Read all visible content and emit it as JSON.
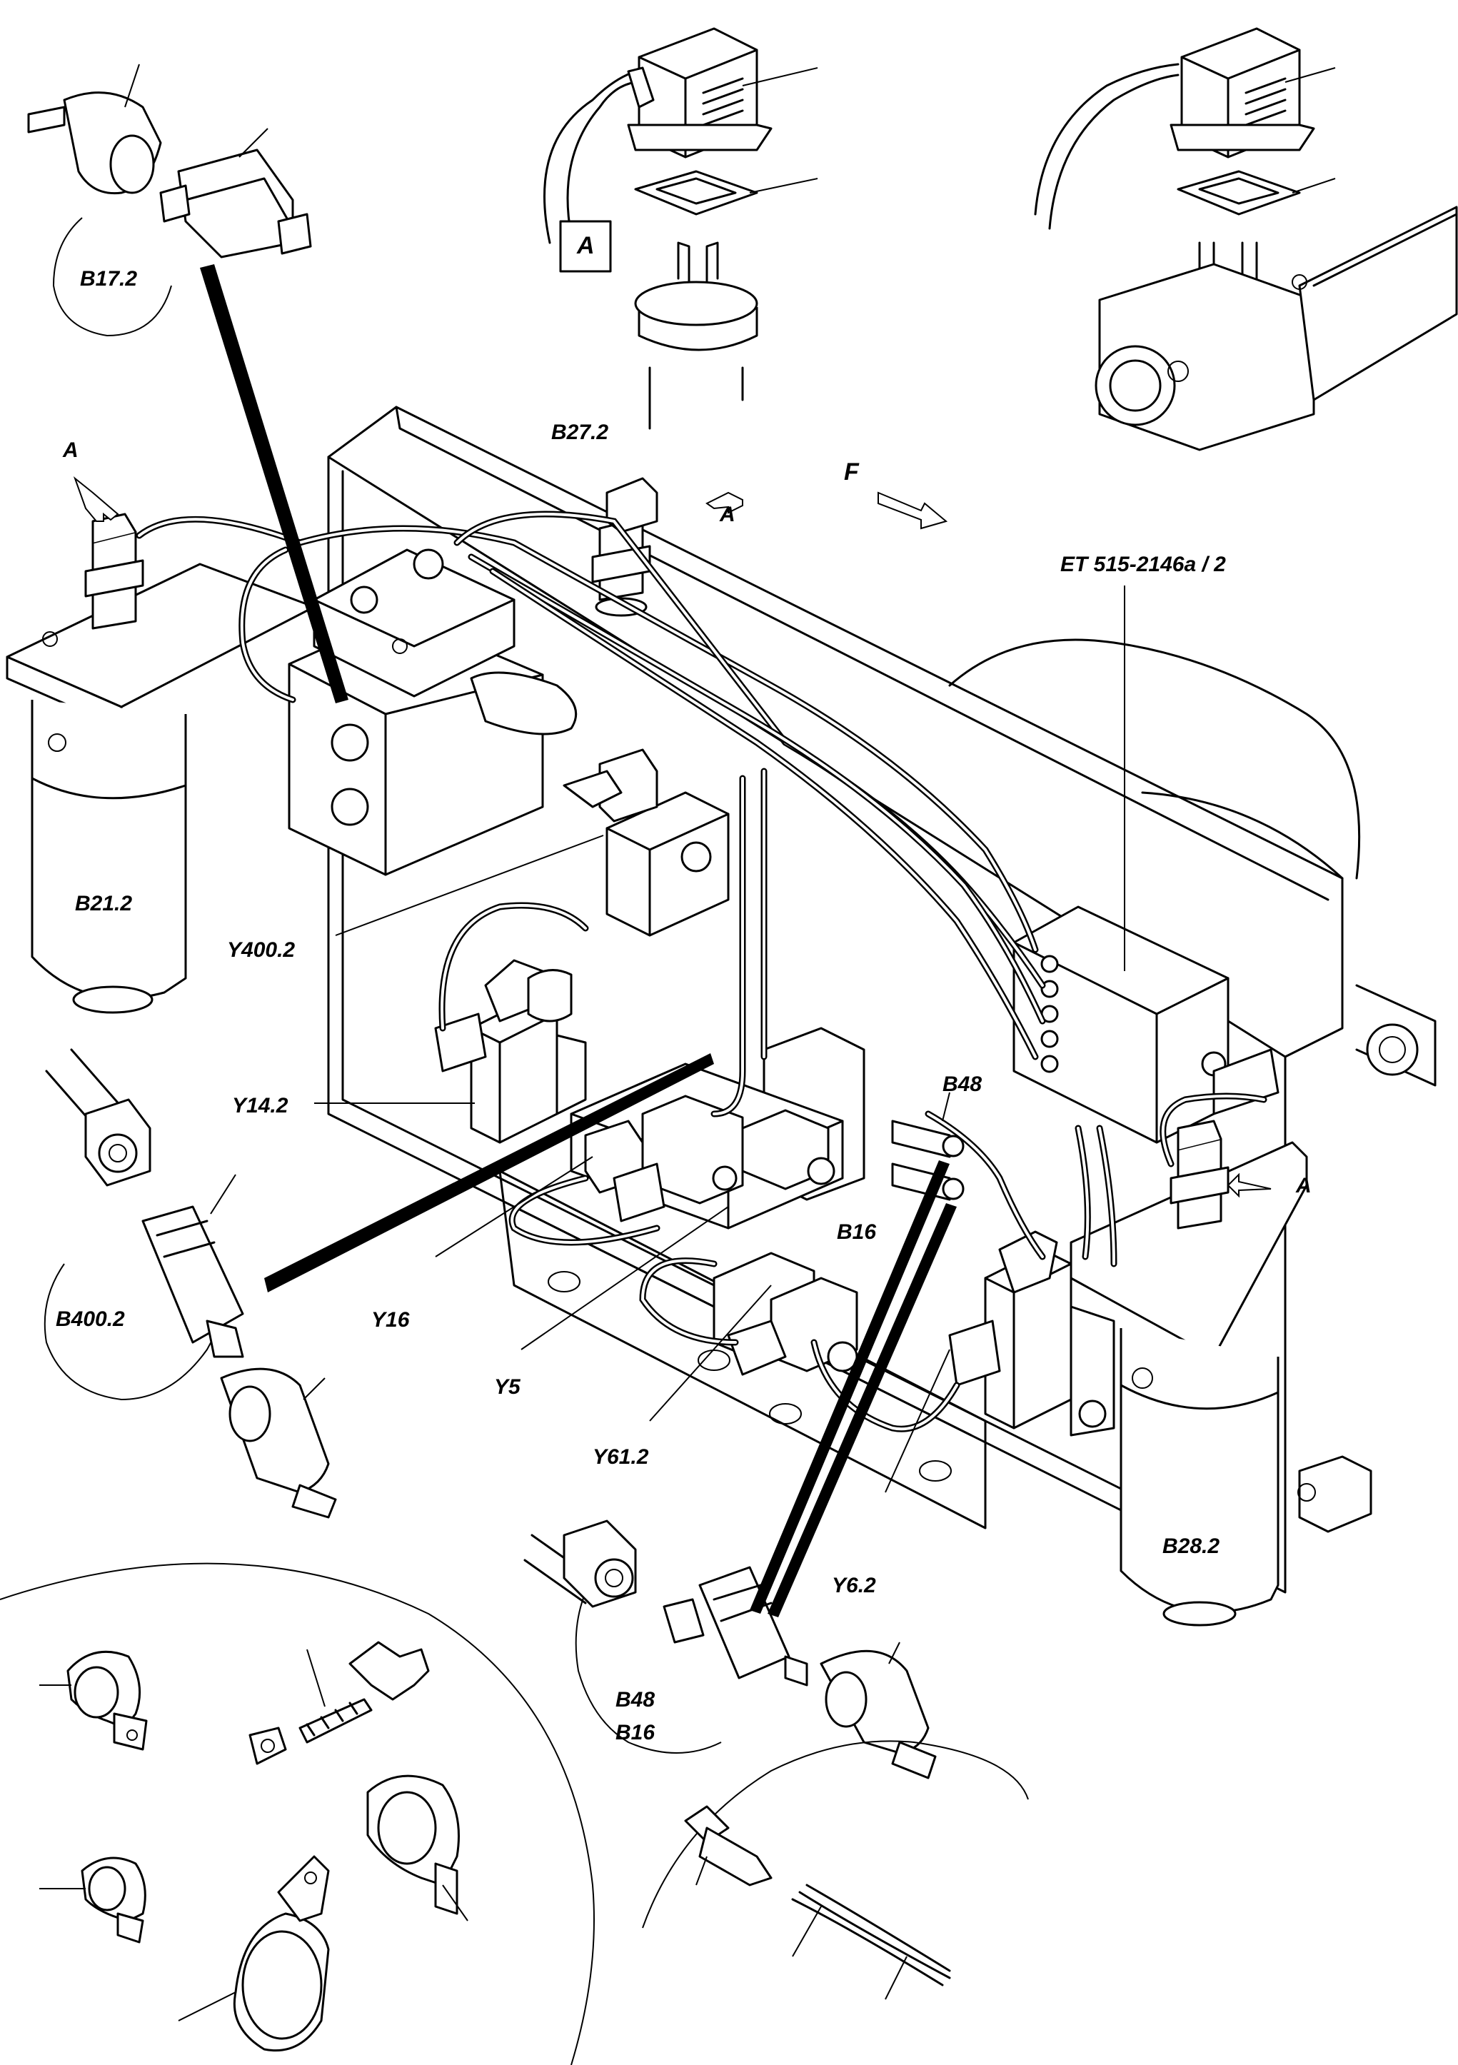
{
  "document_ref": "ET 515-2146a / 2",
  "view_marker": "A",
  "direction_marker": "F",
  "components": {
    "b17_2": "B17.2",
    "b21_2": "B21.2",
    "b27_2": "B27.2",
    "b28_2": "B28.2",
    "b400_2": "B400.2",
    "b48": "B48",
    "b16": "B16",
    "b48_detail": "B48",
    "b16_detail": "B16",
    "y400_2": "Y400.2",
    "y14_2": "Y14.2",
    "y16": "Y16",
    "y5": "Y5",
    "y61_2": "Y61.2",
    "y6_2": "Y6.2"
  },
  "view_arrow_labels": {
    "left_sensor": "A",
    "top_sensor": "A",
    "right_sensor": "A"
  }
}
